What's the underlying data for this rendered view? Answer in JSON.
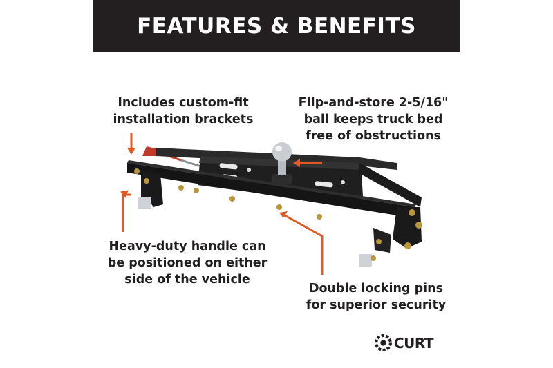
{
  "banner": {
    "title": "FEATURES & BENEFITS"
  },
  "callouts": {
    "brackets": {
      "line1": "Includes custom-fit",
      "line2": "installation brackets"
    },
    "ball": {
      "line1": "Flip-and-store 2-5/16\"",
      "line2": "ball keeps truck bed",
      "line3": "free of obstructions"
    },
    "handle": {
      "line1": "Heavy-duty handle can",
      "line2": "be positioned on either",
      "line3": "side of the vehicle"
    },
    "pins": {
      "line1": "Double locking pins",
      "line2": "for superior security"
    }
  },
  "logo": {
    "text": "CURT"
  },
  "colors": {
    "banner_bg": "#231f20",
    "banner_text": "#ffffff",
    "arrow": "#e05a26",
    "hitch_black": "#1b1b1b",
    "hardware_gold": "#b8963c",
    "handle_red": "#c0392b",
    "ball_chrome": "#c9cdd2"
  }
}
